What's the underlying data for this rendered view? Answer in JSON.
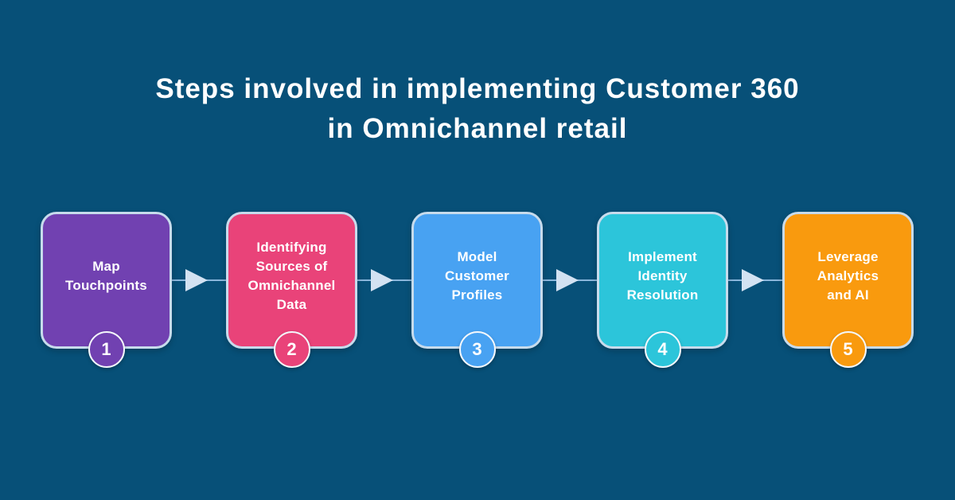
{
  "title": {
    "line1": "Steps involved in implementing Customer 360",
    "line2": "in Omnichannel retail"
  },
  "steps": [
    {
      "number": "1",
      "label": "Map\nTouchpoints",
      "color": "#7141B1"
    },
    {
      "number": "2",
      "label": "Identifying\nSources of\nOmnichannel\nData",
      "color": "#E94379"
    },
    {
      "number": "3",
      "label": "Model\nCustomer\nProfiles",
      "color": "#48A2F2"
    },
    {
      "number": "4",
      "label": "Implement\nIdentity\nResolution",
      "color": "#2CC5DA"
    },
    {
      "number": "5",
      "label": "Leverage\nAnalytics\nand AI",
      "color": "#F99A0E"
    }
  ],
  "colors": {
    "background": "#075078",
    "card_border": "#C7DBEC",
    "badge_ring": "#F4F8FC",
    "arrow_line": "#8AB6DC",
    "arrow_head": "#D3E2F2",
    "title_text": "#FFFFFF",
    "step_text": "#FFFFFF"
  }
}
